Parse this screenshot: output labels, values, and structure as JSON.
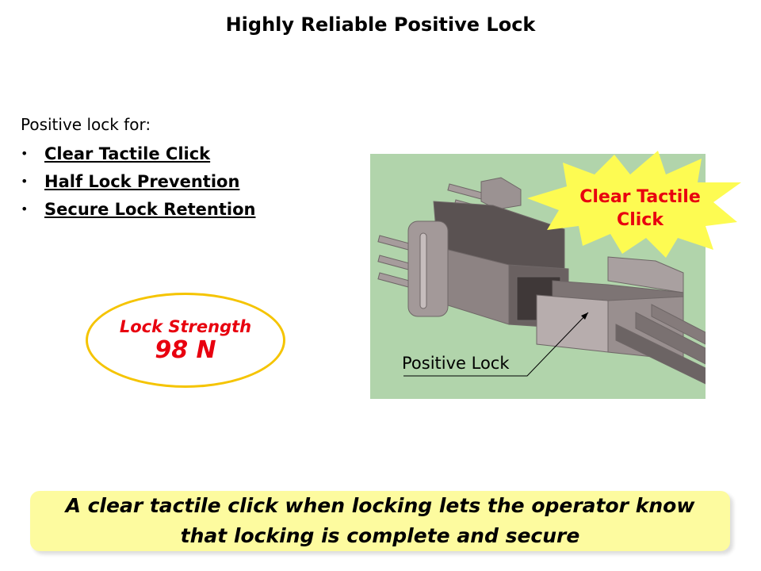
{
  "slide": {
    "title": "Highly Reliable Positive Lock",
    "intro": "Positive lock for:",
    "bullets": [
      "Clear Tactile Click",
      "Half Lock Prevention",
      "Secure Lock Retention"
    ],
    "lock_strength": {
      "label": "Lock Strength",
      "value": "98 N"
    },
    "figure": {
      "callout": {
        "line1": "Clear Tactile",
        "line2": "Click"
      },
      "label": "Positive Lock"
    },
    "banner": {
      "line1": "A clear tactile click when locking lets the operator know",
      "line2": "that locking is complete and secure"
    }
  },
  "colors": {
    "accent_red": "#e8000f",
    "banner_bg": "#fdfb9f",
    "ellipse_border": "#f5c400",
    "photo_bg": "#b1d4ab"
  }
}
